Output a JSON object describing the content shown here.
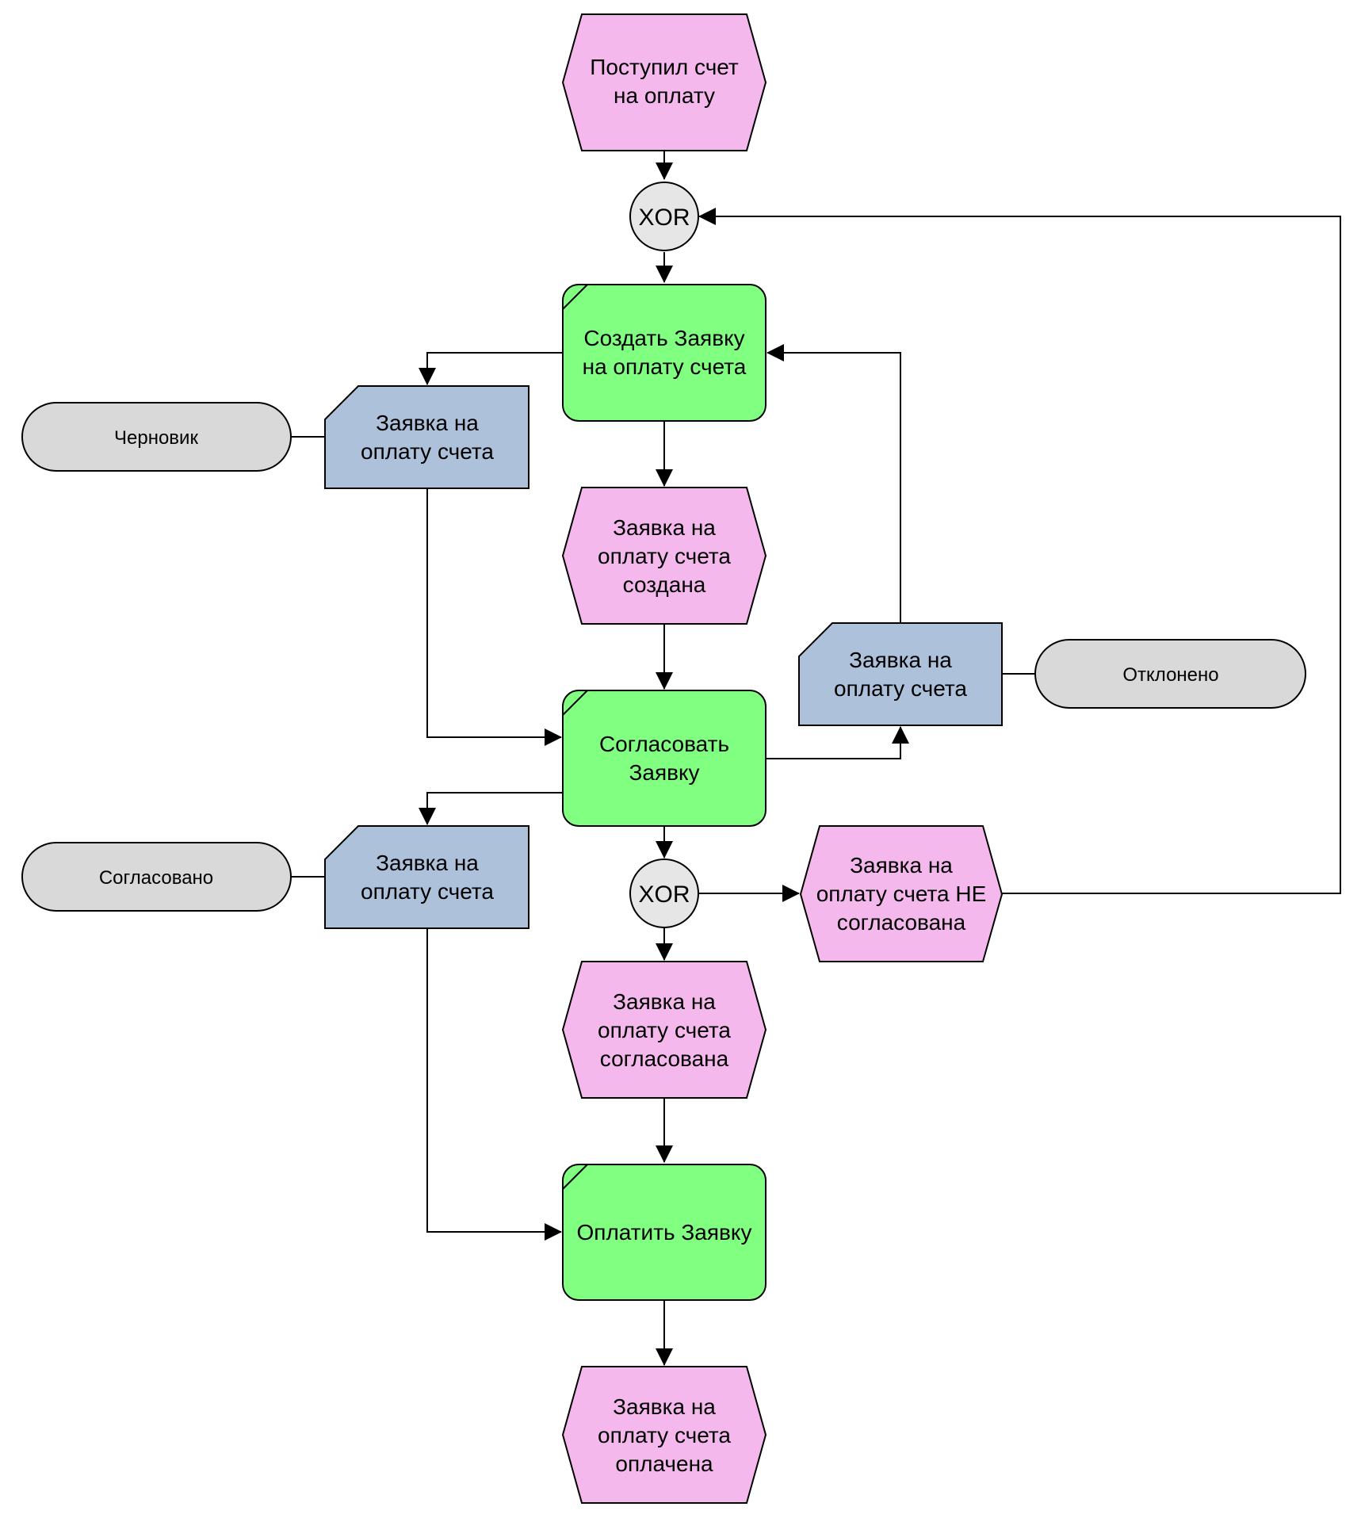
{
  "colors": {
    "event": "#F4B8EC",
    "function": "#80FF80",
    "document": "#ADC1DA",
    "status": "#D9D9D9",
    "gateway": "#E6E6E6",
    "stroke": "#000000"
  },
  "events": {
    "invoice_received": [
      "Поступил счет",
      "на оплату"
    ],
    "request_created": [
      "Заявка на",
      "оплату счета",
      "создана"
    ],
    "request_not_approved": [
      "Заявка на",
      "оплату счета НЕ",
      "согласована"
    ],
    "request_approved": [
      "Заявка на",
      "оплату счета",
      "согласована"
    ],
    "request_paid": [
      "Заявка на",
      "оплату счета",
      "оплачена"
    ]
  },
  "functions": {
    "create_request": [
      "Создать Заявку",
      "на оплату счета"
    ],
    "approve_request": [
      "Согласовать",
      "Заявку"
    ],
    "pay_request": [
      "Оплатить Заявку"
    ]
  },
  "documents": {
    "doc_draft": [
      "Заявка на",
      "оплату счета"
    ],
    "doc_rejected": [
      "Заявка на",
      "оплату счета"
    ],
    "doc_approved": [
      "Заявка на",
      "оплату счета"
    ]
  },
  "statuses": {
    "draft": "Черновик",
    "rejected": "Отклонено",
    "approved": "Согласовано"
  },
  "gateways": {
    "xor_top": "XOR",
    "xor_bottom": "XOR"
  }
}
